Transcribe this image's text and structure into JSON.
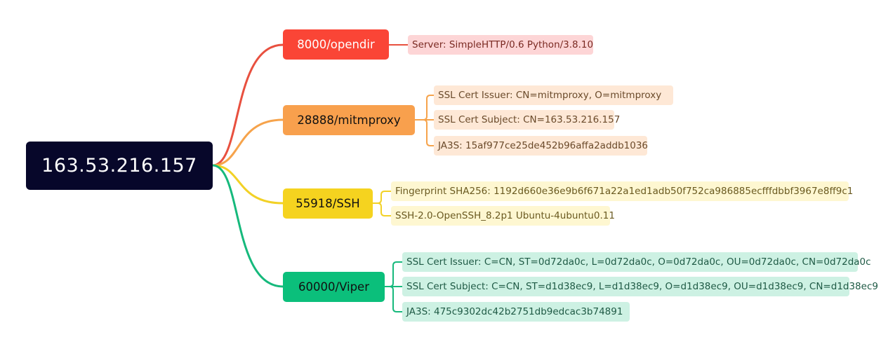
{
  "root": {
    "label": "163.53.216.157"
  },
  "branches": [
    {
      "label": "8000/opendir",
      "colors": {
        "line": "#e8503f",
        "node_bg": "#fa4536",
        "node_text": "#ffffff",
        "leaf_bg": "#fdd5d6",
        "leaf_text": "#7a2a22"
      },
      "details": [
        "Server: SimpleHTTP/0.6 Python/3.8.10"
      ]
    },
    {
      "label": "28888/mitmproxy",
      "colors": {
        "line": "#f6a34b",
        "node_bg": "#f8a04d",
        "node_text": "#111111",
        "leaf_bg": "#fee8d6",
        "leaf_text": "#6a4a2a"
      },
      "details": [
        "SSL Cert Issuer: CN=mitmproxy, O=mitmproxy",
        "SSL Cert Subject: CN=163.53.216.157",
        "JA3S: 15af977ce25de452b96affa2addb1036"
      ]
    },
    {
      "label": "55918/SSH",
      "colors": {
        "line": "#f2d126",
        "node_bg": "#f5d31f",
        "node_text": "#111111",
        "leaf_bg": "#fef7d1",
        "leaf_text": "#6a5a20"
      },
      "details": [
        "Fingerprint SHA256: 1192d660e36e9b6f671a22a1ed1adb50f752ca986885ecfffdbbf3967e8ff9c1",
        "SSH-2.0-OpenSSH_8.2p1 Ubuntu-4ubuntu0.11"
      ]
    },
    {
      "label": "60000/Viper",
      "colors": {
        "line": "#16b97c",
        "node_bg": "#0bbf7b",
        "node_text": "#111111",
        "leaf_bg": "#cdf1e3",
        "leaf_text": "#1f5a45"
      },
      "details": [
        "SSL Cert Issuer: C=CN, ST=0d72da0c, L=0d72da0c, O=0d72da0c, OU=0d72da0c, CN=0d72da0c",
        "SSL Cert Subject: C=CN, ST=d1d38ec9, L=d1d38ec9, O=d1d38ec9, OU=d1d38ec9, CN=d1d38ec9",
        "JA3S: 475c9302dc42b2751db9edcac3b74891"
      ]
    }
  ]
}
